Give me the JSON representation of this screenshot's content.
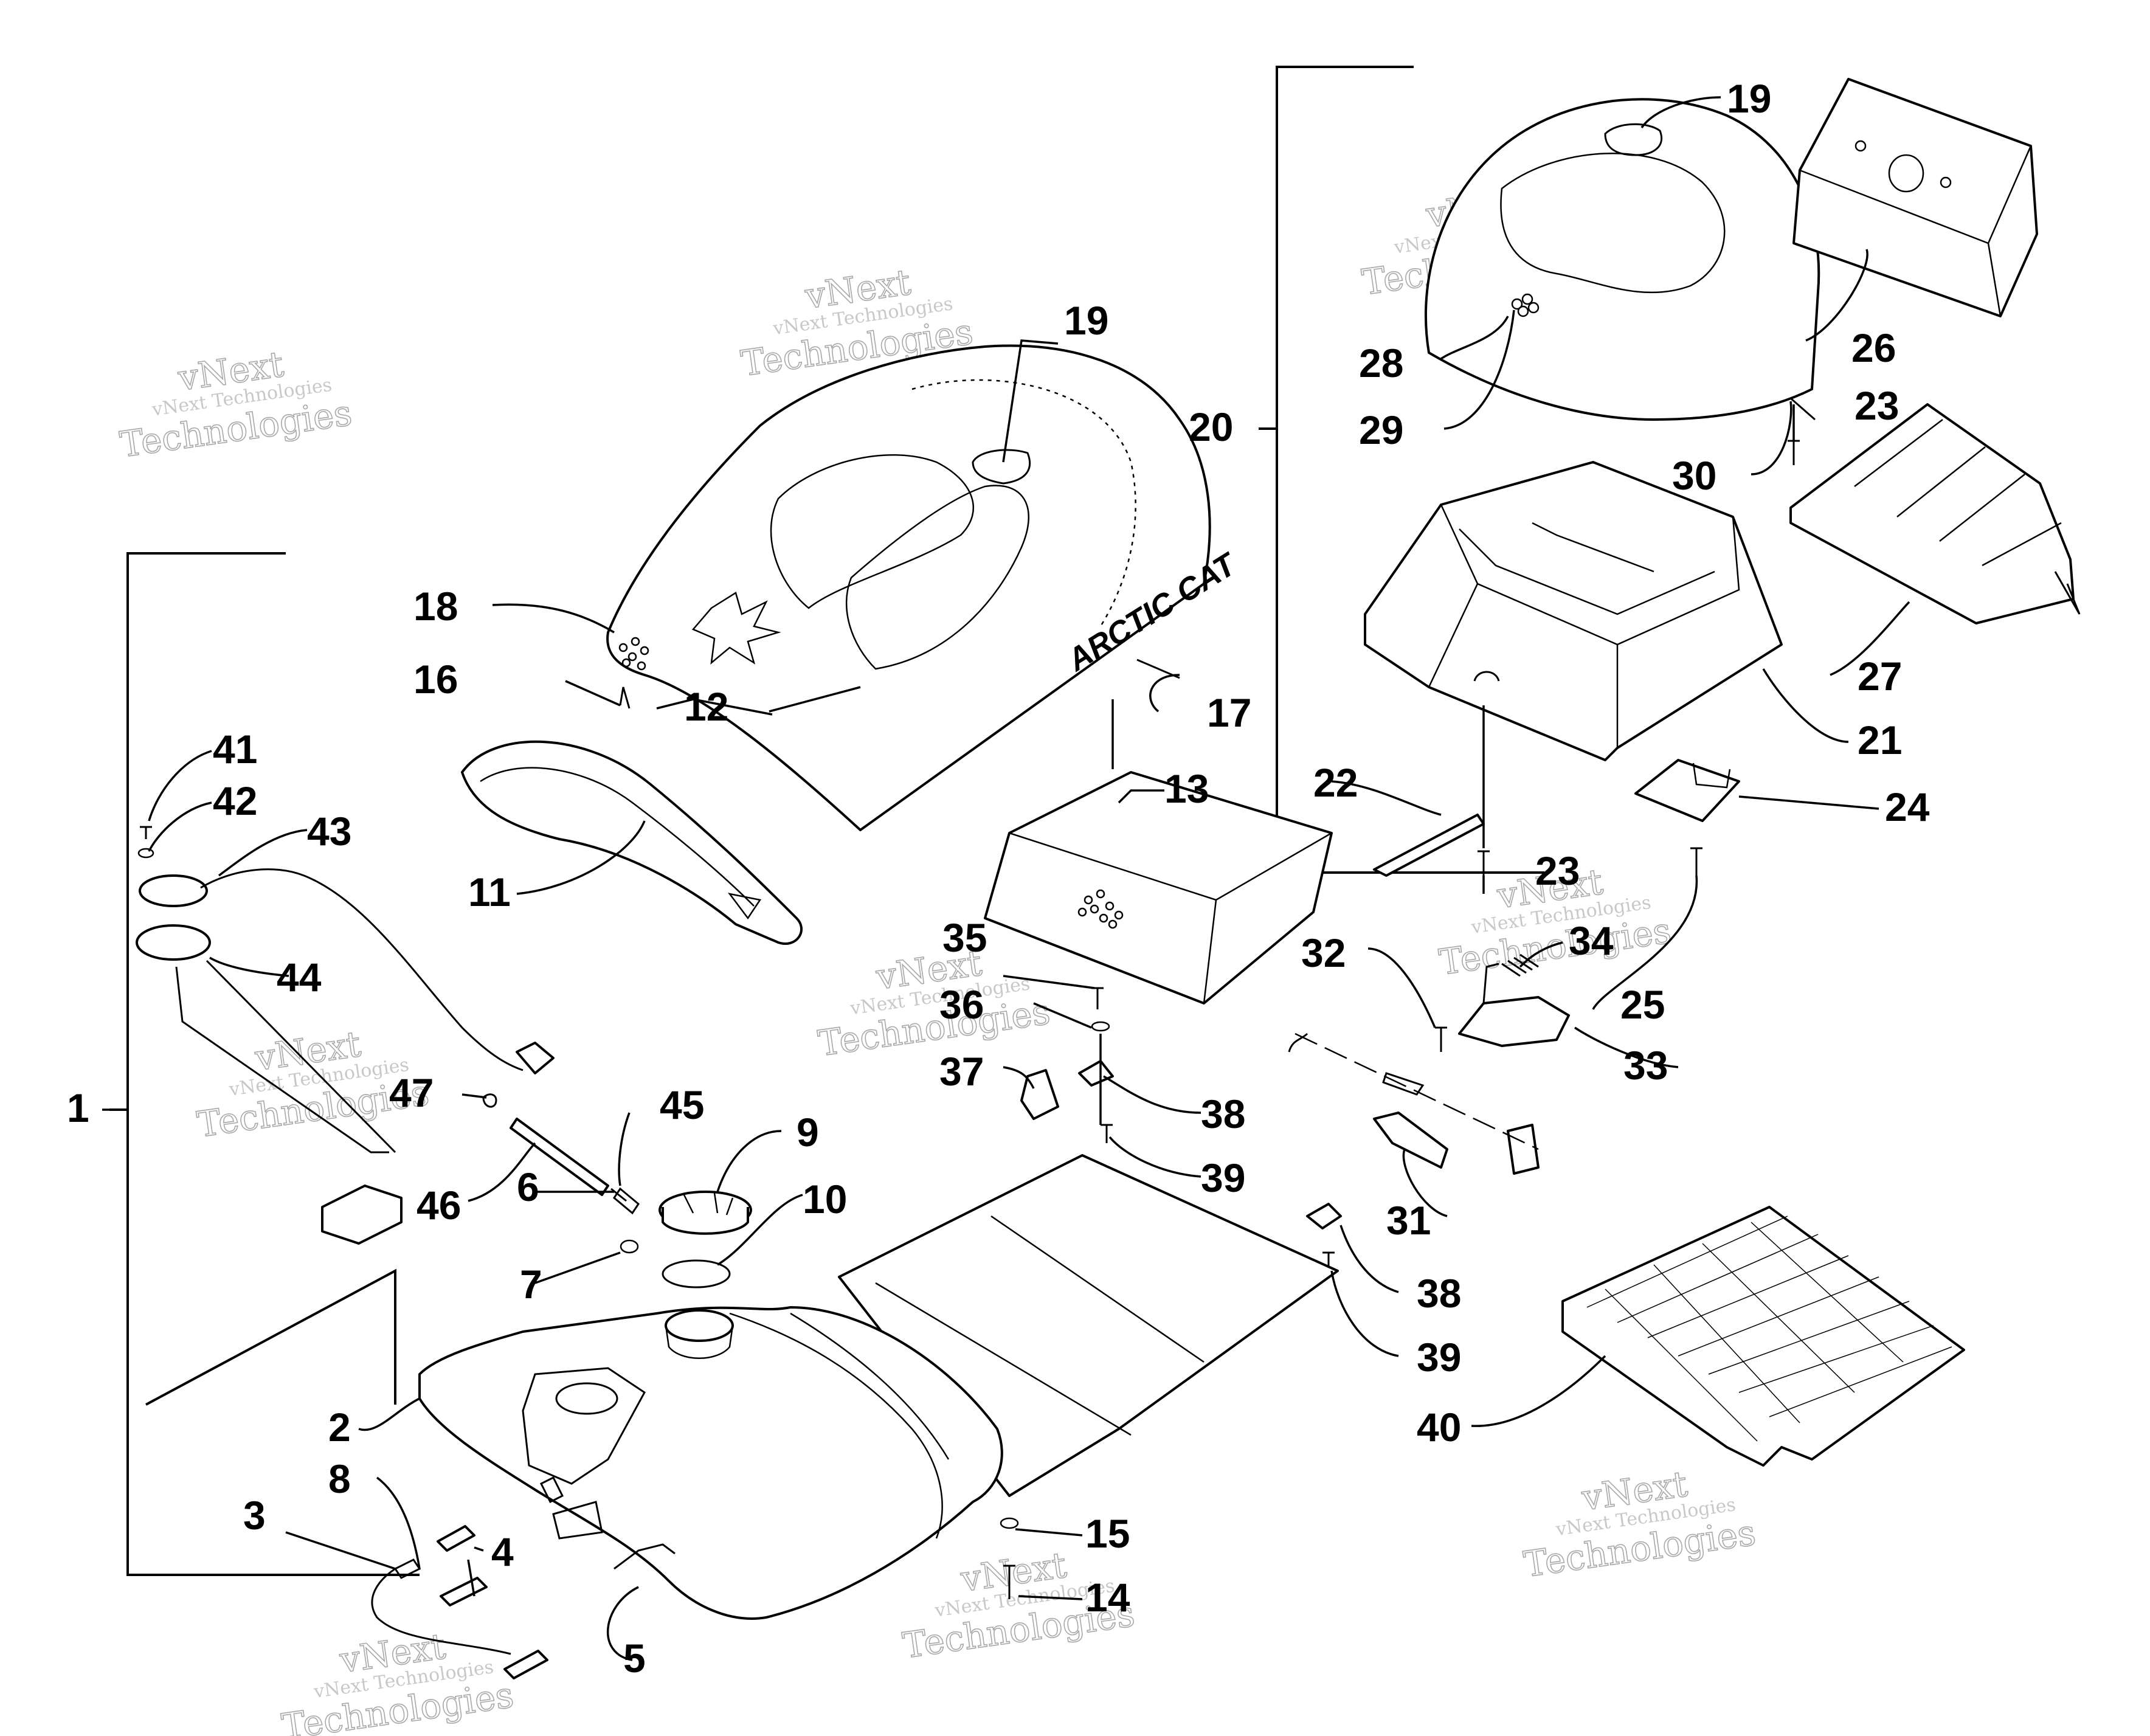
{
  "colors": {
    "line": "#000000",
    "background": "#ffffff",
    "watermark": "#9a9a9a"
  },
  "brand_text": "ARCTIC CAT",
  "watermark": {
    "line1": "vNext",
    "line2": "vNext Technologies",
    "line3": "Technologies"
  },
  "callouts": {
    "c1": "1",
    "c2": "2",
    "c3": "3",
    "c4": "4",
    "c5": "5",
    "c6": "6",
    "c7": "7",
    "c8": "8",
    "c9": "9",
    "c10": "10",
    "c11": "11",
    "c12": "12",
    "c13": "13",
    "c14": "14",
    "c15": "15",
    "c16": "16",
    "c17": "17",
    "c18": "18",
    "c19a": "19",
    "c19b": "19",
    "c20": "20",
    "c21": "21",
    "c22": "22",
    "c23a": "23",
    "c23b": "23",
    "c24": "24",
    "c25": "25",
    "c26": "26",
    "c27": "27",
    "c28": "28",
    "c29": "29",
    "c30": "30",
    "c31": "31",
    "c32": "32",
    "c33": "33",
    "c34": "34",
    "c35": "35",
    "c36": "36",
    "c37": "37",
    "c38a": "38",
    "c38b": "38",
    "c39a": "39",
    "c39b": "39",
    "c40": "40",
    "c41": "41",
    "c42": "42",
    "c43": "43",
    "c44": "44",
    "c45": "45",
    "c46": "46",
    "c47": "47"
  }
}
